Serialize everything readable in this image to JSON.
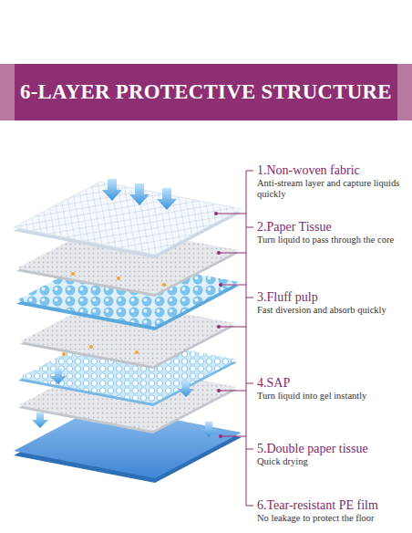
{
  "diagram": {
    "title": "6-LAYER PROTECTIVE STRUCTURE",
    "labels": [
      "1.Non-woven fabric",
      "Anti-stream layer and capture liquids quickly",
      "2.Paper Tissue",
      "Turn liquid to pass through the core",
      "3.Fluff pulp",
      "Fast diversion and absorb quickly",
      "4.SAP",
      "Turn liquid into gel instantly",
      "5.Double paper tissue",
      "Quick drying",
      "6.Tear-resistant PE film",
      "No leakage to protect the floor"
    ]
  }
}
